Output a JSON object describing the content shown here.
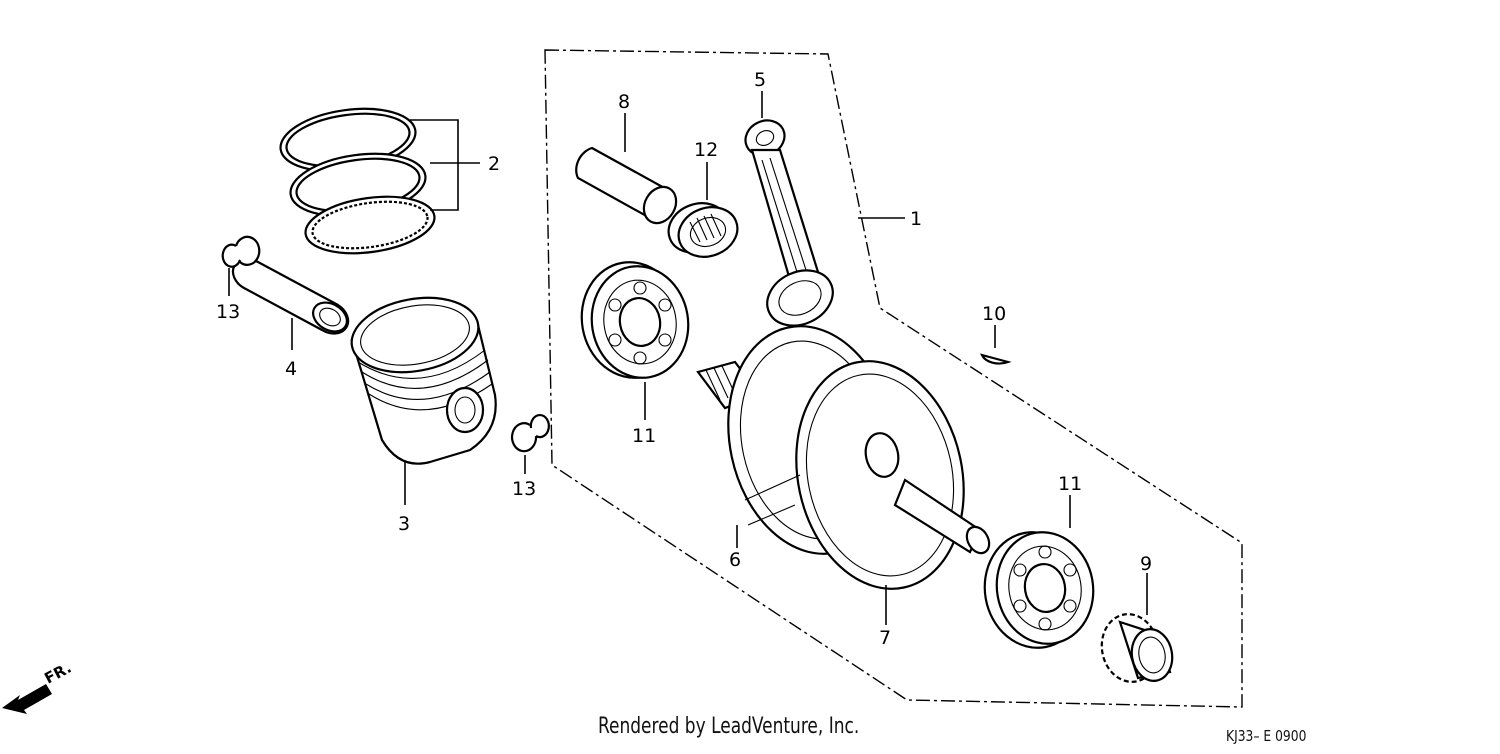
{
  "diagram": {
    "callouts": [
      {
        "id": "c1",
        "text": "1"
      },
      {
        "id": "c2",
        "text": "2"
      },
      {
        "id": "c3",
        "text": "3"
      },
      {
        "id": "c4",
        "text": "4"
      },
      {
        "id": "c5",
        "text": "5"
      },
      {
        "id": "c6",
        "text": "6"
      },
      {
        "id": "c7",
        "text": "7"
      },
      {
        "id": "c8",
        "text": "8"
      },
      {
        "id": "c9",
        "text": "9"
      },
      {
        "id": "c10",
        "text": "10"
      },
      {
        "id": "c11a",
        "text": "11"
      },
      {
        "id": "c11b",
        "text": "11"
      },
      {
        "id": "c12",
        "text": "12"
      },
      {
        "id": "c13a",
        "text": "13"
      },
      {
        "id": "c13b",
        "text": "13"
      }
    ],
    "direction_label": "FR.",
    "footer_text": "Rendered by LeadVenture, Inc.",
    "diagram_code": "KJ33– E 0900"
  }
}
